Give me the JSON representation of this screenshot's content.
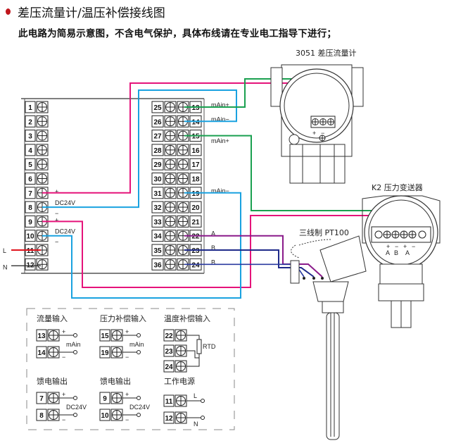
{
  "header": {
    "title": "差压流量计/温压补偿接线图",
    "subtitle": "此电路为简易示意图，不含电气保护，具体布线请在专业电工指导下进行；"
  },
  "colors": {
    "bullet": "#c0161c",
    "wire_magenta": "#e5137a",
    "wire_cyan": "#1aa2e0",
    "wire_green": "#1aa050",
    "wire_purple": "#8a1a8a",
    "wire_navy": "#1e2a8a",
    "wire_blue": "#2a3aa0",
    "wire_red": "#e0141e",
    "wire_black": "#333333"
  },
  "controller": {
    "left_terminals": [
      "1",
      "2",
      "3",
      "4",
      "5",
      "6",
      "7",
      "8",
      "9",
      "10",
      "11",
      "12"
    ],
    "inner_terminals": [
      "25",
      "26",
      "27",
      "28",
      "29",
      "30",
      "31",
      "32",
      "33",
      "34",
      "35",
      "36"
    ],
    "right_terminals": [
      "13",
      "14",
      "15",
      "16",
      "17",
      "18",
      "19",
      "20",
      "21",
      "22",
      "23",
      "24"
    ],
    "labels": {
      "t7_plus": "+",
      "t7_8_dc": "DC24V",
      "t8_minus": "−",
      "t9_plus": "+",
      "t9_10_dc": "DC24V",
      "t10_minus": "−",
      "t13": "mAin+",
      "t14": "mAin−",
      "t15": "mAin+",
      "t19": "mAin−",
      "t22": "A",
      "t23": "B",
      "t24": "B"
    },
    "power_L": "L",
    "power_N": "N"
  },
  "devices": {
    "flowmeter": {
      "label": "3051 差压流量计",
      "plus": "+",
      "minus": "−"
    },
    "pressure": {
      "label": "K2 压力变送器",
      "terms": [
        "+",
        "−",
        "+",
        "−"
      ],
      "sub": [
        "A",
        "B",
        "A"
      ]
    },
    "pt100": {
      "label": "三线制 PT100"
    }
  },
  "legend": {
    "flow_input": {
      "title": "流量输入",
      "terms": [
        "13",
        "14"
      ],
      "plus": "+",
      "minus": "−",
      "signal": "mAin"
    },
    "pressure_comp": {
      "title": "压力补偿输入",
      "terms": [
        "15",
        "19"
      ],
      "plus": "+",
      "minus": "−",
      "signal": "mAin"
    },
    "temp_comp": {
      "title": "温度补偿输入",
      "terms": [
        "22",
        "23",
        "24"
      ],
      "sensor": "RTD"
    },
    "feed_out_1": {
      "title": "馈电输出",
      "terms": [
        "7",
        "8"
      ],
      "plus": "+",
      "minus": "−",
      "signal": "DC24V"
    },
    "feed_out_2": {
      "title": "馈电输出",
      "terms": [
        "9",
        "10"
      ],
      "plus": "+",
      "minus": "−",
      "signal": "DC24V"
    },
    "power": {
      "title": "工作电源",
      "terms": [
        "11",
        "12"
      ],
      "L": "L",
      "N": "N"
    }
  }
}
